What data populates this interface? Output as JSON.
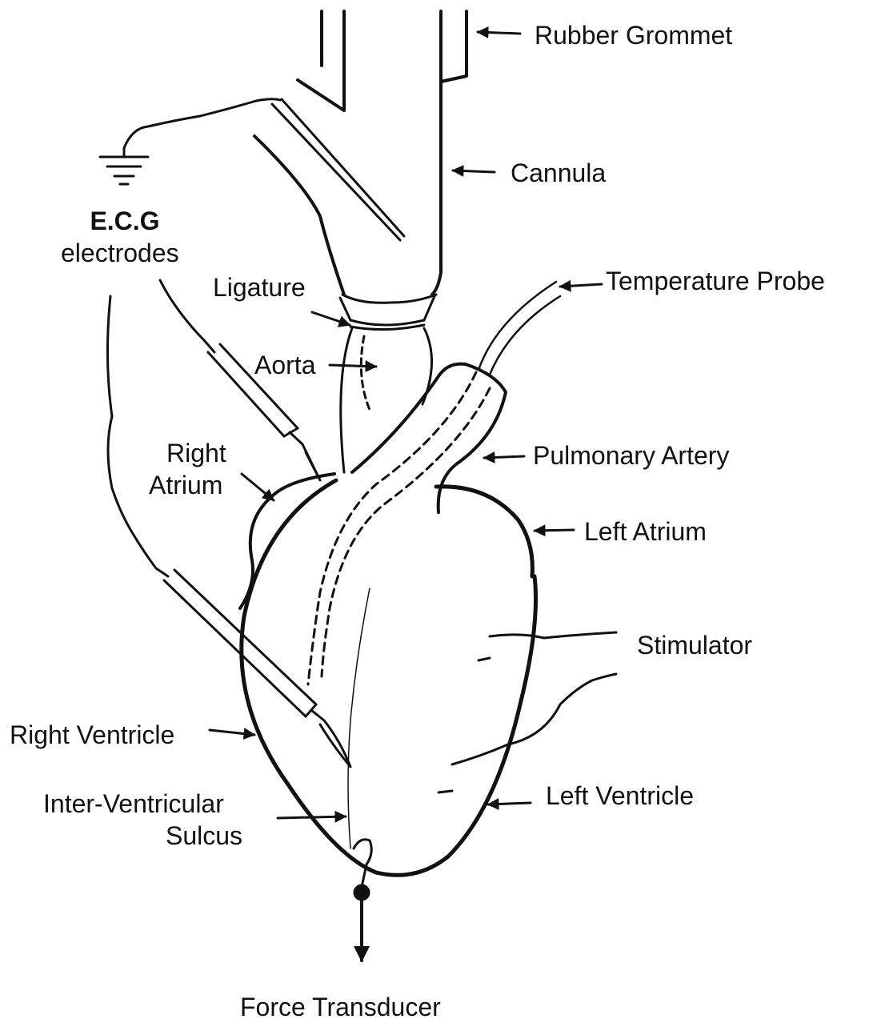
{
  "diagram": {
    "colors": {
      "ink": "#111111",
      "background": "#ffffff"
    },
    "labels": {
      "rubber_grommet": "Rubber Grommet",
      "cannula": "Cannula",
      "ecg_title": "E.C.G",
      "ecg_sub": "electrodes",
      "ligature": "Ligature",
      "temperature_probe": "Temperature Probe",
      "aorta": "Aorta",
      "right_atrium_1": "Right",
      "right_atrium_2": "Atrium",
      "pulmonary_artery": "Pulmonary Artery",
      "left_atrium": "Left Atrium",
      "stimulator": "Stimulator",
      "right_ventricle": "Right Ventricle",
      "iv_sulcus_1": "Inter-Ventricular",
      "iv_sulcus_2": "Sulcus",
      "left_ventricle": "Left Ventricle",
      "force_transducer": "Force Transducer"
    },
    "icons": [
      "ground-icon",
      "arrow-icon",
      "electrode-icon"
    ]
  }
}
